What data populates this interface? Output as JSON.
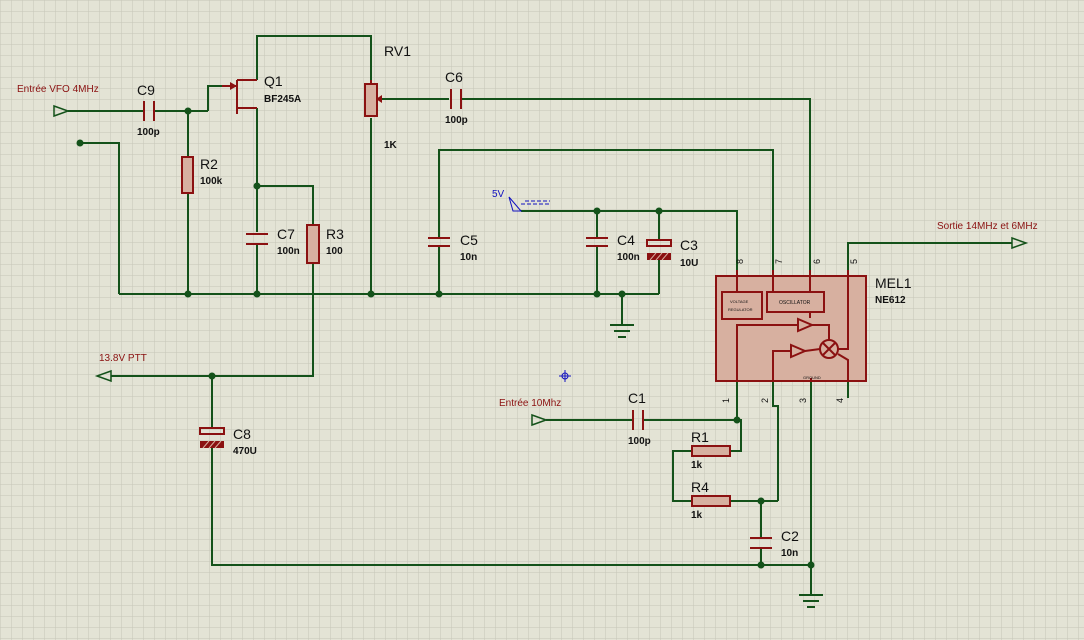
{
  "components": {
    "C9": {
      "ref": "C9",
      "value": "100p"
    },
    "Q1": {
      "ref": "Q1",
      "value": "BF245A"
    },
    "RV1": {
      "ref": "RV1",
      "value": "1K"
    },
    "C6": {
      "ref": "C6",
      "value": "100p"
    },
    "R2": {
      "ref": "R2",
      "value": "100k"
    },
    "C7": {
      "ref": "C7",
      "value": "100n"
    },
    "R3": {
      "ref": "R3",
      "value": "100"
    },
    "C5": {
      "ref": "C5",
      "value": "10n"
    },
    "C4": {
      "ref": "C4",
      "value": "100n"
    },
    "C3": {
      "ref": "C3",
      "value": "10U"
    },
    "C8": {
      "ref": "C8",
      "value": "470U"
    },
    "C1": {
      "ref": "C1",
      "value": "100p"
    },
    "R1": {
      "ref": "R1",
      "value": "1k"
    },
    "R4": {
      "ref": "R4",
      "value": "1k"
    },
    "C2": {
      "ref": "C2",
      "value": "10n"
    },
    "MEL1": {
      "ref": "MEL1",
      "value": "NE612"
    }
  },
  "nets": {
    "vfo_in": "Entrée VFO 4MHz",
    "ptt": "13.8V PTT",
    "in_10mhz": "Entrée 10Mhz",
    "out": "Sortie 14MHz et 6MHz",
    "supply": "5V"
  },
  "ic": {
    "block_voltage_1": "VOLTAGE",
    "block_voltage_2": "REGULATOR",
    "block_oscillator": "OSCILLATOR",
    "block_ground": "GROUND",
    "pins": {
      "p1": "1",
      "p2": "2",
      "p3": "3",
      "p4": "4",
      "p5": "5",
      "p6": "6",
      "p7": "7",
      "p8": "8"
    }
  },
  "colors": {
    "background": "#e3e3d5",
    "grid": "#c6c6b8",
    "wire": "#14521a",
    "component": "#8b1111",
    "ic_fill": "#d7b0a0",
    "supply_label": "#1010c0"
  }
}
